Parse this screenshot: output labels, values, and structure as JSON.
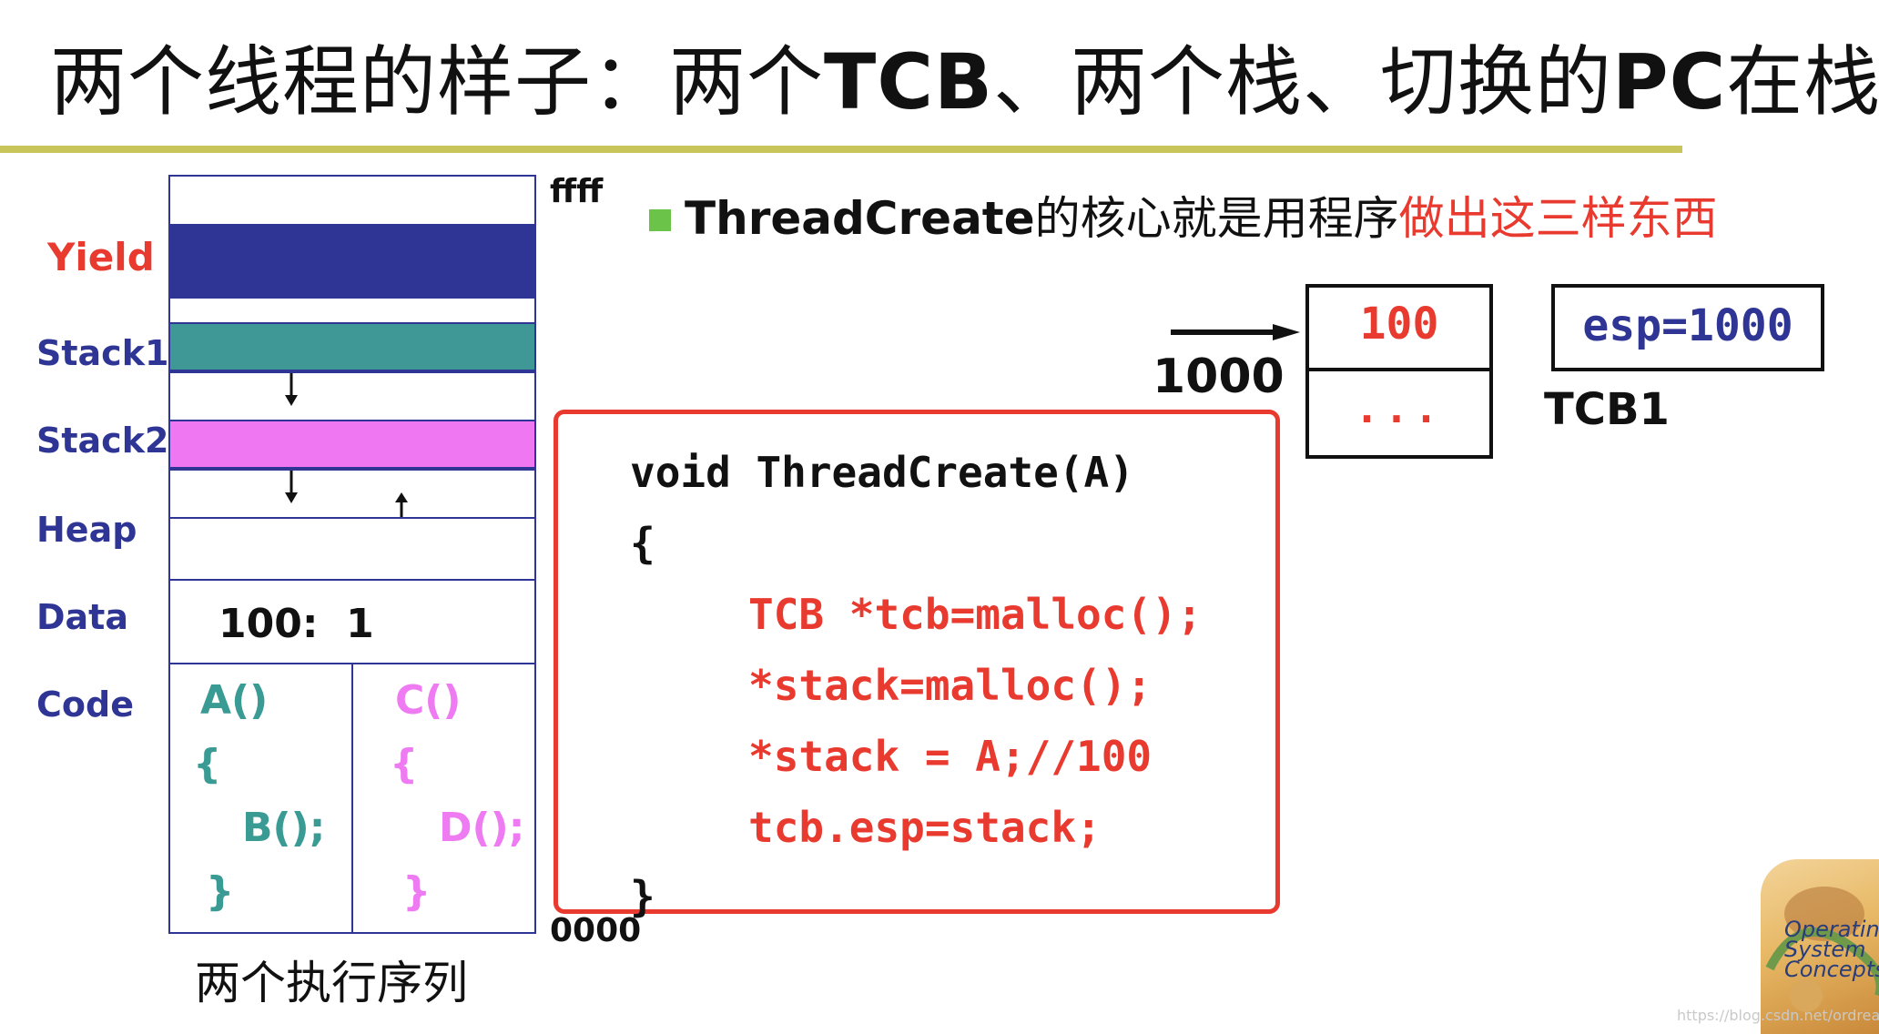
{
  "title": {
    "part1": "两个线程的样子：两个",
    "tcb": "TCB",
    "part2": "、两个栈、切换的",
    "pc": "PC",
    "part3": "在栈中"
  },
  "memory": {
    "addr_top": "ffff",
    "addr_bottom": "0000",
    "labels": {
      "yield": "Yield",
      "stack1": "Stack1",
      "stack2": "Stack2",
      "heap": "Heap",
      "data": "Data",
      "code": "Code"
    },
    "data_value": "100:  1",
    "code_left": [
      "A()",
      "{",
      "B();",
      "}"
    ],
    "code_right": [
      "C()",
      "{",
      "D();",
      "}"
    ],
    "caption": "两个执行序列",
    "colors": {
      "yield": "#2e3594",
      "stack1": "#3f9896",
      "stack2": "#ef78f2",
      "border": "#2e3594"
    }
  },
  "intro": {
    "prefix": "ThreadCreate",
    "middle": "的核心就是用程序",
    "highlight": "做出这三样东西"
  },
  "stack_diagram": {
    "address": "1000",
    "top_cell": "100",
    "bottom_cell": "...",
    "tcb_value": "esp=1000",
    "tcb_label": "TCB1"
  },
  "code": {
    "lines": [
      "void ThreadCreate(A)",
      "{",
      "TCB *tcb=malloc();",
      "*stack=malloc();",
      "*stack = A;//100",
      "tcb.esp=stack;",
      "}"
    ]
  },
  "logo": {
    "text": "Operating System Concepts"
  },
  "watermark": "https://blog.csdn.net/ordream"
}
